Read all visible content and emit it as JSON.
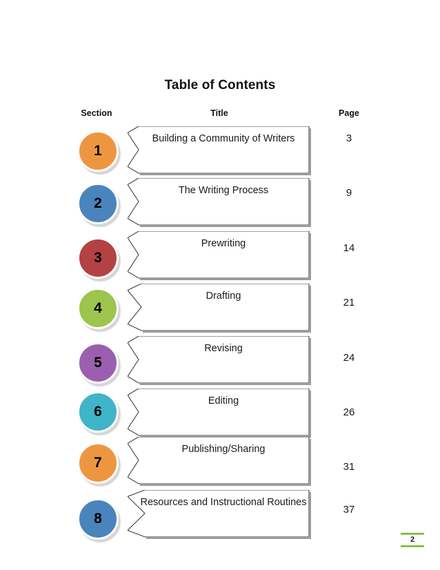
{
  "document": {
    "title": "Table of Contents",
    "footer_page_number": "2",
    "footer_rule_color": "#8CBF4A"
  },
  "headers": {
    "section": "Section",
    "title": "Title",
    "page": "Page"
  },
  "rows": [
    {
      "number": "1",
      "title": "Building a Community of Writers",
      "page": "3",
      "color": "#ED9642"
    },
    {
      "number": "2",
      "title": "The Writing Process",
      "page": "9",
      "color": "#4A84BC"
    },
    {
      "number": "3",
      "title": "Prewriting",
      "page": "14",
      "color": "#B44144"
    },
    {
      "number": "4",
      "title": "Drafting",
      "page": "21",
      "color": "#9DC44D"
    },
    {
      "number": "5",
      "title": "Revising",
      "page": "24",
      "color": "#9B5FAF"
    },
    {
      "number": "6",
      "title": "Editing",
      "page": "26",
      "color": "#40B4C8"
    },
    {
      "number": "7",
      "title": "Publishing/Sharing",
      "page": "31",
      "color": "#ED9642"
    },
    {
      "number": "8",
      "title": "Resources and Instructional Routines",
      "page": "37",
      "color": "#4A84BC"
    }
  ]
}
